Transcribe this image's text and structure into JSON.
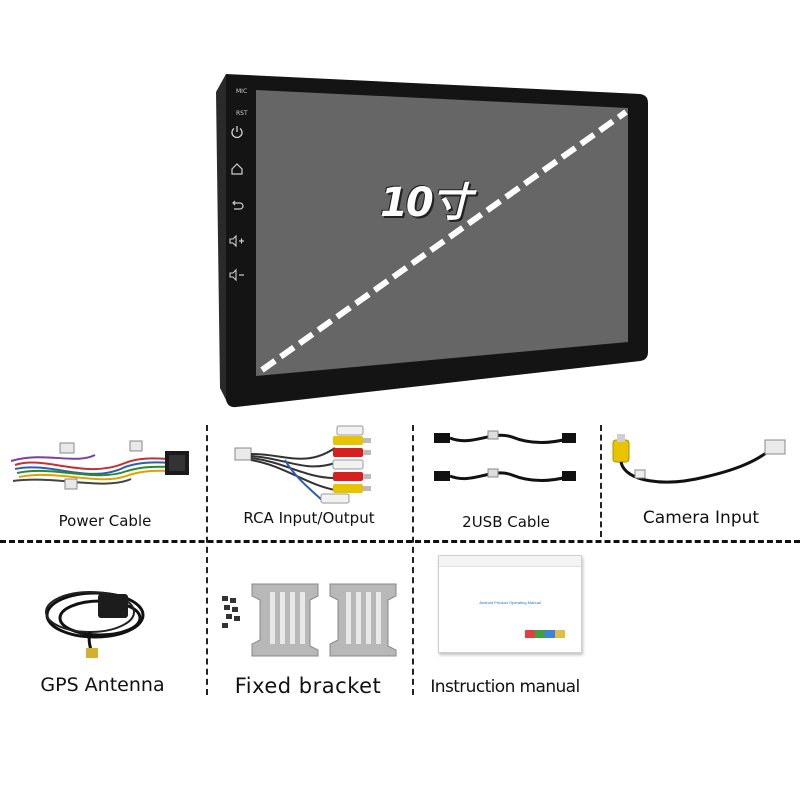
{
  "device": {
    "side_labels": {
      "mic": "MIC",
      "rst": "RST"
    },
    "screen_size_label": "10寸",
    "side_buttons": [
      "power-icon",
      "home-icon",
      "back-icon",
      "volume-up-icon",
      "volume-down-icon"
    ]
  },
  "accessories": [
    {
      "label": "Power Cable"
    },
    {
      "label": "RCA Input/Output"
    },
    {
      "label": "2USB Cable"
    },
    {
      "label": "Camera Input"
    },
    {
      "label": "GPS Antenna"
    },
    {
      "label": "Fixed bracket"
    },
    {
      "label": "Instruction manual"
    }
  ],
  "manual": {
    "cover_title": "Android Product Operating Manual"
  },
  "colors": {
    "bezel": "#141414",
    "screen": "#666666",
    "dash": "#ffffff",
    "rca_red": "#d62020",
    "rca_yellow": "#e8c300",
    "rca_white": "#f2f2f2",
    "bracket": "#b8b8b8"
  }
}
